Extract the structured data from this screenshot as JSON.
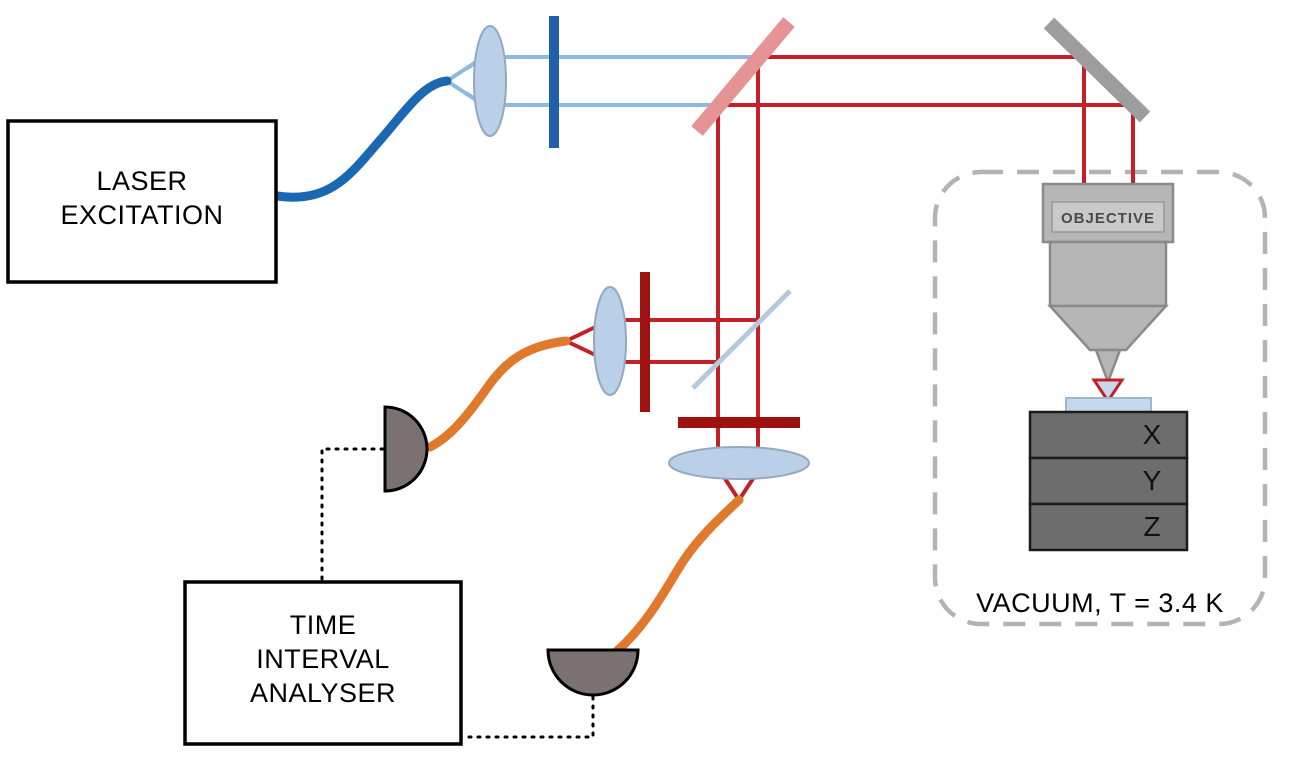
{
  "labels": {
    "laser_line1": "LASER",
    "laser_line2": "EXCITATION",
    "tia_line1": "TIME",
    "tia_line2": "INTERVAL",
    "tia_line3": "ANALYSER",
    "objective": "OBJECTIVE",
    "stage_x": "X",
    "stage_y": "Y",
    "stage_z": "Z",
    "vacuum": "VACUUM, T = 3.4 K"
  },
  "colors": {
    "outline": "#000000",
    "fiber_blue": "#1a68b2",
    "beam_blue": "#8cb8e2",
    "filter_blue": "#2060aa",
    "beam_red": "#c32127",
    "filter_red": "#9e1111",
    "dichroic_pink": "#e59394",
    "mirror_gray": "#9d9d9d",
    "splitter_light": "#b4c9dd",
    "fiber_orange": "#e0792c",
    "detector_gray": "#7b7170",
    "lens_fill": "#bad0e8",
    "lens_stroke": "#93a9bf",
    "objective_gray": "#b6b6b6",
    "objective_label_bg": "#c9c9c9",
    "stage_gray": "#6d6d6d",
    "sample_blue": "#c5d9ec",
    "dashed_gray": "#b3b3b3"
  }
}
